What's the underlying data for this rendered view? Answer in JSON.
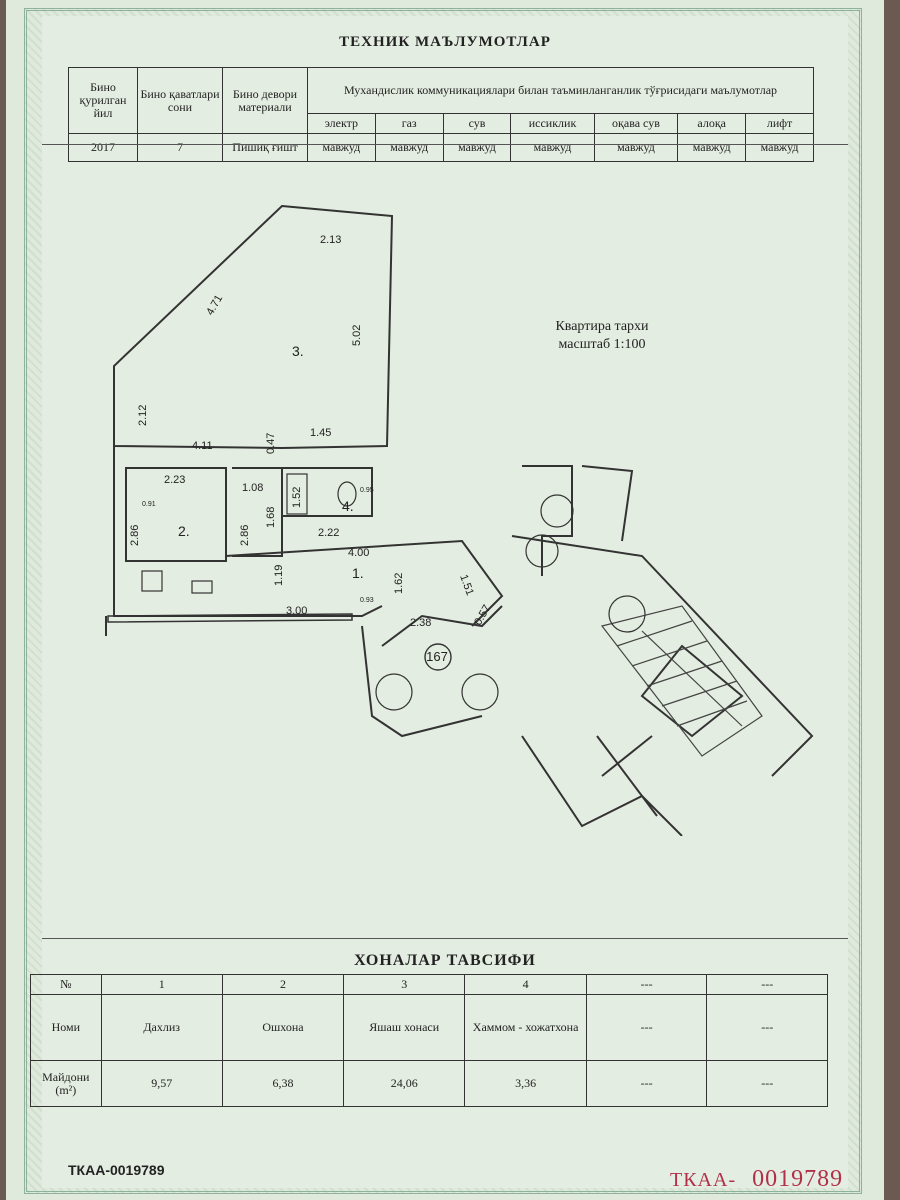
{
  "tech": {
    "title": "ТЕХНИК МАЪЛУМОТЛАР",
    "col_year": "Бино қурилган йил",
    "col_floors": "Бино қаватлари сони",
    "col_wall": "Бино девори материали",
    "col_comm": "Мухандислик коммуникациялари билан таъминланганлик тўғрисидаги маълумотлар",
    "utilities": [
      "электр",
      "газ",
      "сув",
      "иссиклик",
      "оқава сув",
      "алоқа",
      "лифт"
    ],
    "year": "2017",
    "floors": "7",
    "wall": "Пишиқ ғишт",
    "utility_values": [
      "мавжуд",
      "мавжуд",
      "мавжуд",
      "мавжуд",
      "мавжуд",
      "мавжуд",
      "мавжуд"
    ]
  },
  "plan": {
    "caption_line1": "Квартира тархи",
    "caption_line2": "масштаб 1:100",
    "apt_number": "167",
    "room_labels": [
      "1.",
      "2.",
      "3.",
      "4."
    ],
    "dims": [
      "2.13",
      "4.71",
      "5.02",
      "2.12",
      "4.11",
      "0.47",
      "1.45",
      "2.23",
      "1.08",
      "1.52",
      "1.68",
      "2.86",
      "2.86",
      "2.22",
      "4.00",
      "1.51",
      "1.19",
      "1.62",
      "3.00",
      "2.38",
      "0.57",
      "0.93",
      "0.91",
      "0.95"
    ]
  },
  "rooms": {
    "title": "ХОНАЛАР ТАВСИФИ",
    "col_no": "№",
    "col_name": "Номи",
    "col_area": "Майдони (m²)",
    "numbers": [
      "1",
      "2",
      "3",
      "4",
      "---",
      "---"
    ],
    "names": [
      "Дахлиз",
      "Ошхона",
      "Яшаш хонаси",
      "Хаммом - хожатхона",
      "---",
      "---"
    ],
    "areas": [
      "9,57",
      "6,38",
      "24,06",
      "3,36",
      "---",
      "---"
    ]
  },
  "serial": {
    "black": "ТКАА-0019789",
    "red_prefix": "ТКАА-",
    "red_number": "0019789"
  }
}
